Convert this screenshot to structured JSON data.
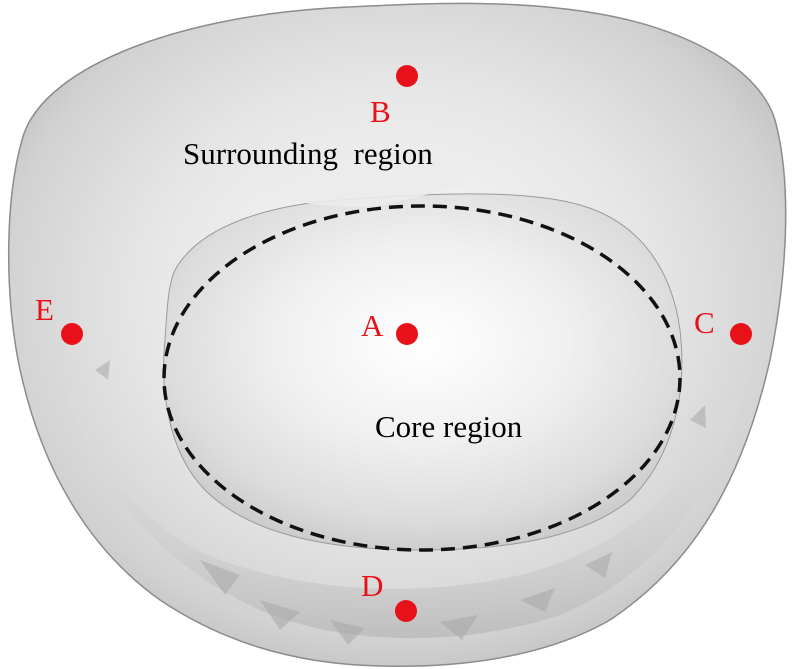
{
  "colors": {
    "marker": "#e8111a",
    "outline": "#111111",
    "shell_light": "#f4f4f4",
    "shell_dark": "#bcbcbc"
  },
  "regions": {
    "surrounding": "Surrounding  region",
    "core": "Core region"
  },
  "points": [
    {
      "id": "A",
      "label": "A"
    },
    {
      "id": "B",
      "label": "B"
    },
    {
      "id": "C",
      "label": "C"
    },
    {
      "id": "D",
      "label": "D"
    },
    {
      "id": "E",
      "label": "E"
    }
  ]
}
